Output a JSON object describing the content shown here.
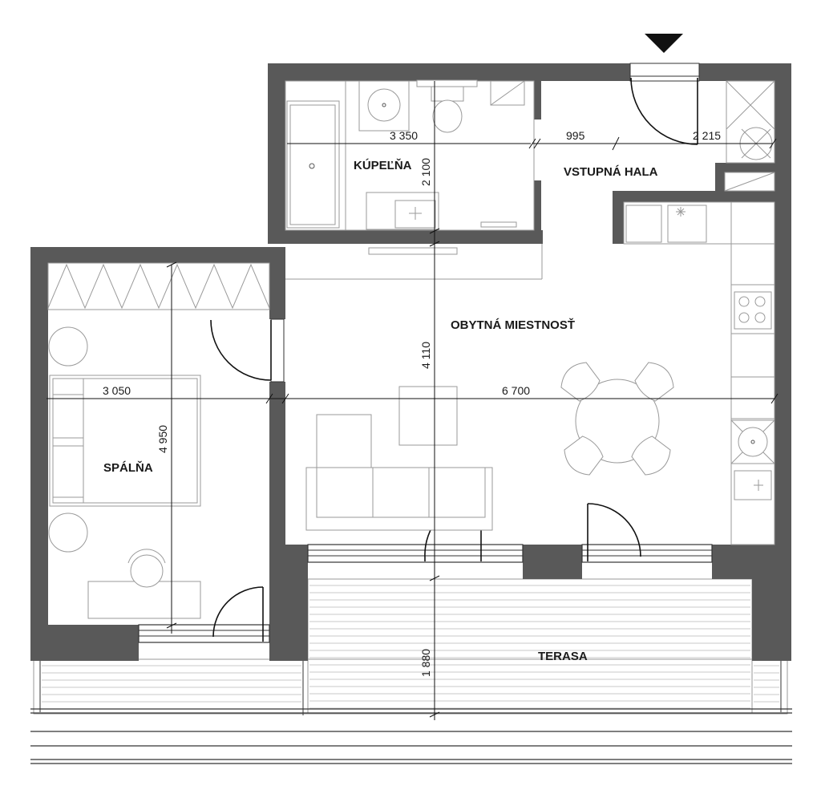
{
  "rooms": {
    "bathroom": "KÚPEĽŇA",
    "entrance_hall": "VSTUPNÁ HALA",
    "living_room": "OBYTNÁ MIESTNOSŤ",
    "bedroom": "SPÁLŇA",
    "terrace": "TERASA"
  },
  "dimensions": {
    "bathroom_width": "3 350",
    "bathroom_depth": "2 100",
    "hall_segment_1": "995",
    "hall_segment_2": "2 215",
    "living_depth": "4 110",
    "living_width": "6 700",
    "bedroom_width": "3 050",
    "bedroom_depth": "4 950",
    "terrace_depth": "1 880"
  },
  "colors": {
    "wall": "#595959",
    "line": "#111111",
    "furniture": "#9a9a9a"
  },
  "icons": {
    "entrance": "entrance-arrow-icon"
  }
}
